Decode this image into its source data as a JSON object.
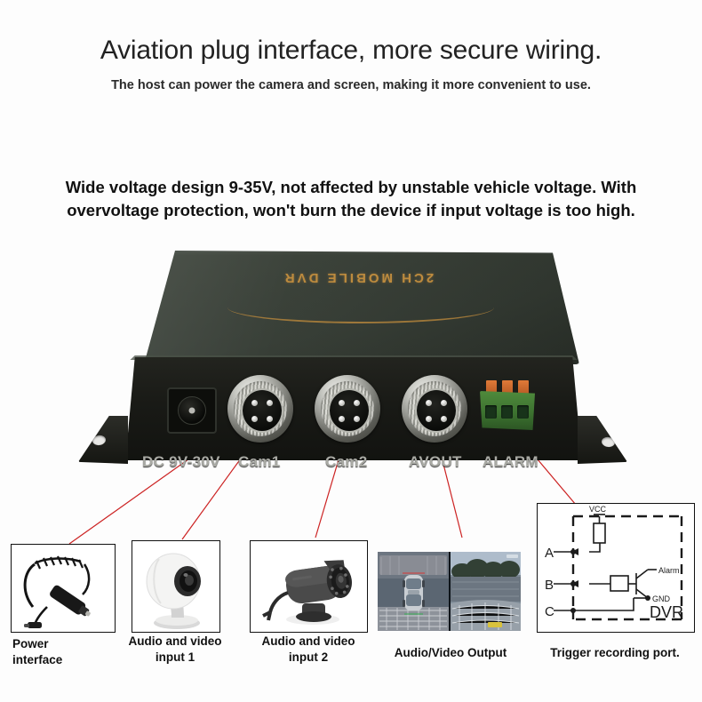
{
  "headline": "Aviation plug interface, more secure wiring.",
  "subhead": "The host can power the camera and screen, making it more convenient to use.",
  "feature_text": "Wide voltage design 9-35V, not affected by unstable vehicle voltage. With overvoltage protection, won't burn the device if input voltage is too high.",
  "device": {
    "logo": "2CH MOBILE DVR",
    "ports": [
      {
        "label": "DC 9V-30V"
      },
      {
        "label": "Cam1"
      },
      {
        "label": "Cam2"
      },
      {
        "label": "AVOUT"
      },
      {
        "label": "ALARM"
      }
    ]
  },
  "thumbnails": [
    {
      "caption_line1": "Power",
      "caption_line2": "interface",
      "alt": "coiled-cigarette-lighter-power-cable"
    },
    {
      "caption_line1": "Audio and video",
      "caption_line2": "input 1",
      "alt": "white-dome-ip-camera"
    },
    {
      "caption_line1": "Audio and video",
      "caption_line2": "input 2",
      "alt": "grey-bullet-camera"
    },
    {
      "caption_line1": "Audio/Video Output",
      "caption_line2": "",
      "alt": "split-screen-360-view-monitor"
    },
    {
      "caption_line1": "Trigger recording port.",
      "caption_line2": "",
      "alt": "alarm-trigger-schematic"
    }
  ],
  "schematic": {
    "terminals": [
      "A",
      "B",
      "C"
    ],
    "vcc_label": "VCC",
    "alarm_label": "Alarm",
    "gnd_label": "GND",
    "device_label": "DVR"
  },
  "colors": {
    "background": "#fdfdfd",
    "case_top": "#3a4138",
    "case_front": "#191a16",
    "logo_gold": "#c9923f",
    "terminal_green": "#3d7330",
    "leader_red": "#cc2222"
  }
}
